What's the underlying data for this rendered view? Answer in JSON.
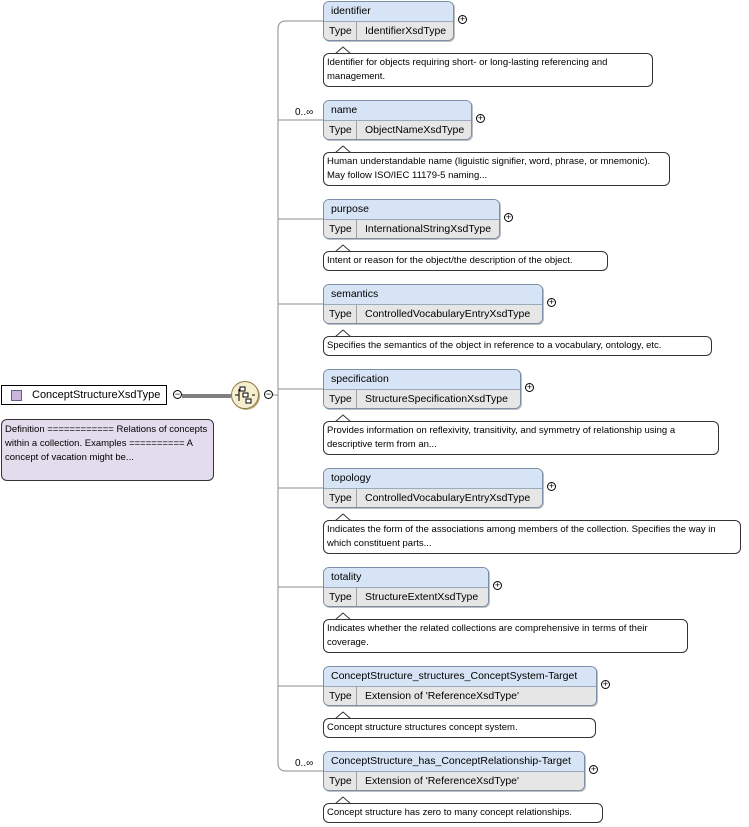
{
  "root": {
    "name": "ConceptStructureXsdType",
    "toggle": "−",
    "documentation": "Definition ============ Relations of concepts within a collection. Examples ========== A concept of vacation might be..."
  },
  "compositor": {
    "icon": "sequence-compositor-icon",
    "toggle": "−"
  },
  "type_label": "Type",
  "expand_symbol": "+",
  "elements": [
    {
      "name": "identifier",
      "type": "IdentifierXsdType",
      "cardinality": "",
      "doc": "Identifier for objects requiring short- or long-lasting referencing and management."
    },
    {
      "name": "name",
      "type": "ObjectNameXsdType",
      "cardinality": "0..∞",
      "doc": "Human understandable name (liguistic signifier, word, phrase, or mnemonic). May follow ISO/IEC 11179-5 naming..."
    },
    {
      "name": "purpose",
      "type": "InternationalStringXsdType",
      "cardinality": "",
      "doc": "Intent or reason for the object/the description of the object."
    },
    {
      "name": "semantics",
      "type": "ControlledVocabularyEntryXsdType",
      "cardinality": "",
      "doc": "Specifies the semantics of the object in reference to a vocabulary, ontology, etc."
    },
    {
      "name": "specification",
      "type": "StructureSpecificationXsdType",
      "cardinality": "",
      "doc": "Provides information on reflexivity, transitivity, and symmetry of relationship using a descriptive term from an..."
    },
    {
      "name": "topology",
      "type": "ControlledVocabularyEntryXsdType",
      "cardinality": "",
      "doc": "Indicates the form of the associations among members of the collection. Specifies the way in which constituent parts..."
    },
    {
      "name": "totality",
      "type": "StructureExtentXsdType",
      "cardinality": "",
      "doc": "Indicates whether the related collections are comprehensive in terms of their coverage."
    },
    {
      "name": "ConceptStructure_structures_ConceptSystem-Target",
      "type": "Extension of 'ReferenceXsdType'",
      "cardinality": "",
      "doc": "Concept structure structures concept system."
    },
    {
      "name": "ConceptStructure_has_ConceptRelationship-Target",
      "type": "Extension of 'ReferenceXsdType'",
      "cardinality": "0..∞",
      "doc": "Concept structure has zero to many concept relationships."
    }
  ]
}
